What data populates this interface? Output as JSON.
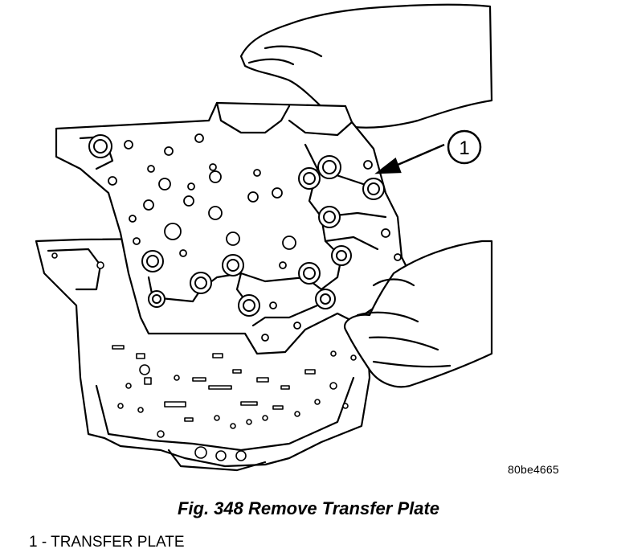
{
  "figure": {
    "image_id": "80be4665",
    "caption": "Fig. 348 Remove Transfer Plate",
    "callout": "1",
    "legend": [
      {
        "label": "1 - TRANSFER PLATE"
      }
    ]
  }
}
